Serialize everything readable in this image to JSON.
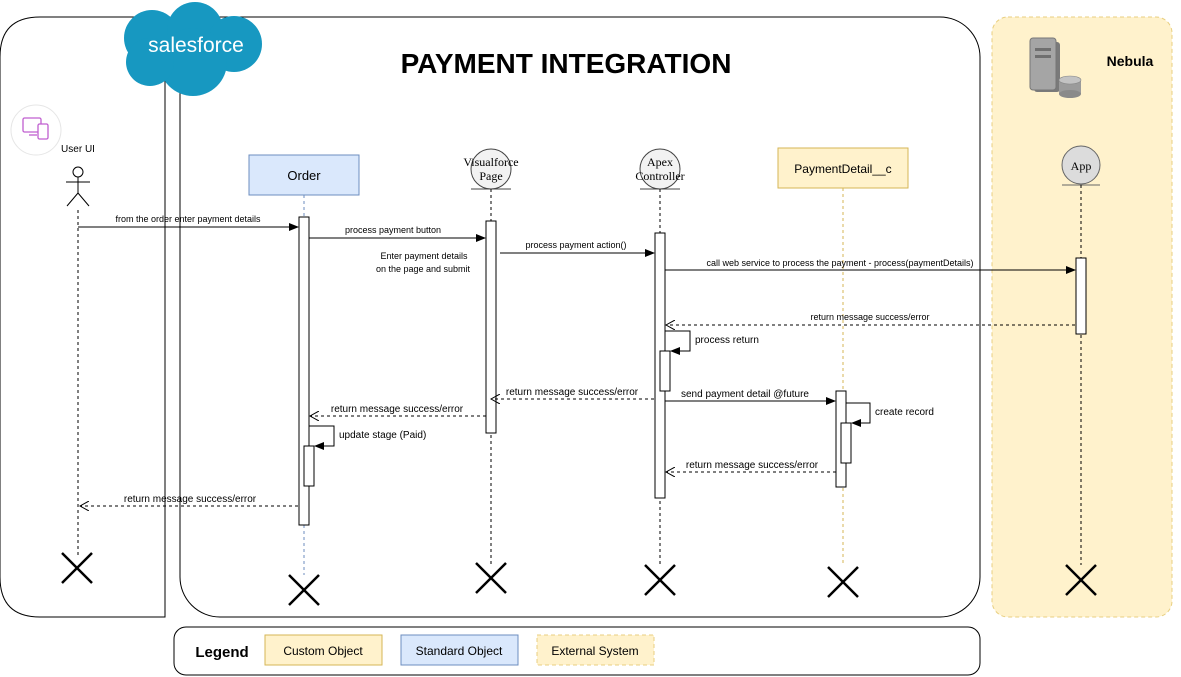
{
  "title": "PAYMENT INTEGRATION",
  "salesforce_logo_text": "salesforce",
  "external_system": {
    "name": "Nebula"
  },
  "participants": {
    "user": "User UI",
    "order": "Order",
    "vf_line1": "Visualforce",
    "vf_line2": "Page",
    "apex_line1": "Apex",
    "apex_line2": "Controller",
    "payment_detail": "PaymentDetail__c",
    "app": "App"
  },
  "messages": {
    "m1": "from the order enter payment details",
    "m2": "process payment button",
    "note_line1": "Enter payment details",
    "note_line2": "on the page and submit",
    "m3": "process payment action()",
    "m4": "call web service to process the payment - process(paymentDetails)",
    "m5": "return message success/error",
    "m6": "process return",
    "m7": "return message success/error",
    "m8": "send payment detail @future",
    "m9": "return message success/error",
    "m10": "create record",
    "m11": "update stage (Paid)",
    "m12": "return message success/error",
    "m13": "return message success/error"
  },
  "legend": {
    "title": "Legend",
    "custom": "Custom Object",
    "standard": "Standard Object",
    "external": "External System"
  },
  "colors": {
    "standard_fill": "#dae8fc",
    "standard_stroke": "#6c8ebf",
    "custom_fill": "#fff2cc",
    "custom_stroke": "#d6b656",
    "external_fill": "#fff2cc",
    "external_stroke": "#e8cf80",
    "salesforce_blue": "#1798c1",
    "user_icon": "#c05fd0"
  }
}
